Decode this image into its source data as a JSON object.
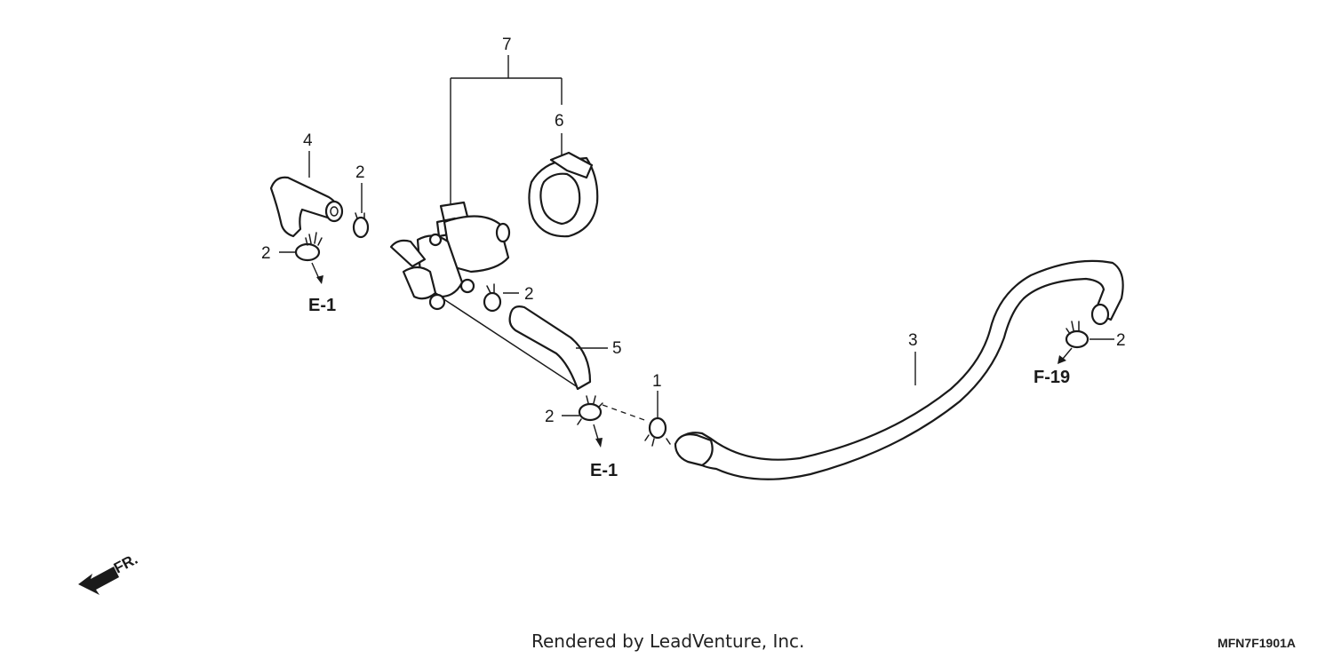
{
  "callouts": {
    "p7": "7",
    "p6": "6",
    "p4": "4",
    "p2a": "2",
    "p2b": "2",
    "p2c": "2",
    "p5": "5",
    "p1": "1",
    "p2d": "2",
    "p3": "3",
    "p2e": "2"
  },
  "references": {
    "e1_left": "E-1",
    "e1_bottom": "E-1",
    "f19": "F-19"
  },
  "direction": {
    "label": "FR."
  },
  "footer": {
    "credit": "Rendered by LeadVenture, Inc.",
    "code": "MFN7F1901A"
  }
}
